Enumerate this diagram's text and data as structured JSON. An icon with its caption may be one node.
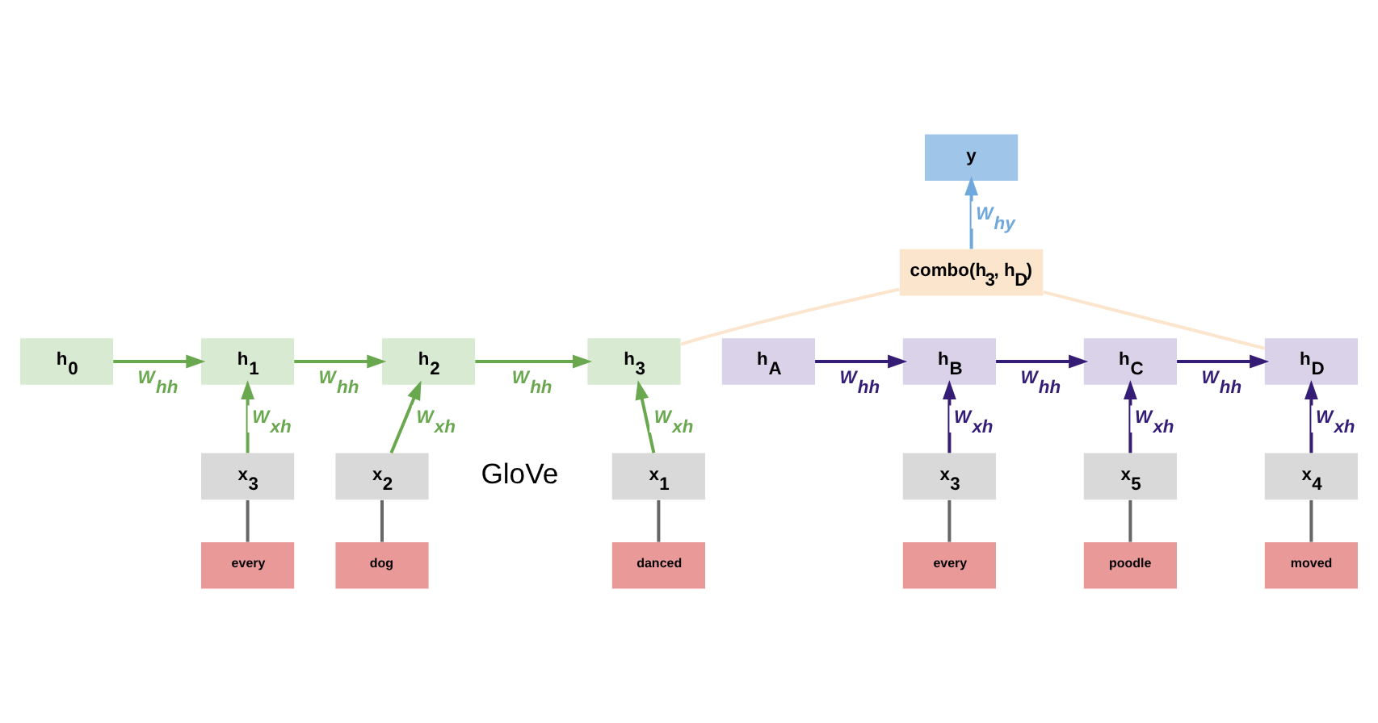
{
  "diagram": {
    "nodes": [
      {
        "text": [
          "y"
        ]
      },
      {
        "text": [
          "combo(h$_{3}$, h$_{D}$)"
        ]
      },
      {
        "text": [
          "h$_{0}$"
        ]
      },
      {
        "text": [
          "h$_{1}$"
        ]
      },
      {
        "text": [
          "h$_{2}$"
        ]
      },
      {
        "text": [
          "h$_{3}$"
        ]
      },
      {
        "text": [
          "h$_{A}$"
        ]
      },
      {
        "text": [
          "h$_{B}$"
        ]
      },
      {
        "text": [
          "h$_{C}$"
        ]
      },
      {
        "text": [
          "h$_{D}$"
        ]
      },
      {
        "text": [
          "x$_{3}$"
        ]
      },
      {
        "text": [
          "x$_{2}$"
        ]
      },
      {
        "text": [
          "x$_{1}$"
        ]
      },
      {
        "text": [
          "x$_{3}$"
        ]
      },
      {
        "text": [
          "x$_{5}$"
        ]
      },
      {
        "text": [
          "x$_{4}$"
        ]
      },
      {
        "text": [
          "every"
        ]
      },
      {
        "text": [
          "dog"
        ]
      },
      {
        "text": [
          "danced"
        ]
      },
      {
        "text": [
          "every"
        ]
      },
      {
        "text": [
          "poodle"
        ]
      },
      {
        "text": [
          "moved"
        ]
      }
    ],
    "edges": [
      {
        "from": 1,
        "to": 0,
        "arrow": "to",
        "label": "W$_{hy}$",
        "color": "#6fa8dc"
      },
      {
        "from": 2,
        "to": 3,
        "arrow": "to",
        "label": "W$_{hh}$",
        "color": "#6aa84f"
      },
      {
        "from": 3,
        "to": 4,
        "arrow": "to",
        "label": "W$_{hh}$",
        "color": "#6aa84f"
      },
      {
        "from": 4,
        "to": 5,
        "arrow": "to",
        "label": "W$_{hh}$",
        "color": "#6aa84f"
      },
      {
        "from": 10,
        "to": 3,
        "arrow": "to",
        "label": "W$_{xh}$",
        "color": "#6aa84f"
      },
      {
        "from": 11,
        "to": 4,
        "arrow": "to",
        "label": "W$_{xh}$",
        "color": "#6aa84f"
      },
      {
        "from": 12,
        "to": 5,
        "arrow": "to",
        "label": "W$_{xh}$",
        "color": "#6aa84f"
      },
      {
        "from": 6,
        "to": 7,
        "arrow": "to",
        "label": "W$_{hh}$",
        "color": "#351c75"
      },
      {
        "from": 7,
        "to": 8,
        "arrow": "to",
        "label": "W$_{hh}$",
        "color": "#351c75"
      },
      {
        "from": 8,
        "to": 9,
        "arrow": "to",
        "label": "W$_{hh}$",
        "color": "#351c75"
      },
      {
        "from": 13,
        "to": 7,
        "arrow": "to",
        "label": "W$_{xh}$",
        "color": "#351c75"
      },
      {
        "from": 14,
        "to": 8,
        "arrow": "to",
        "label": "W$_{xh}$",
        "color": "#351c75"
      },
      {
        "from": 15,
        "to": 9,
        "arrow": "to",
        "label": "W$_{xh}$",
        "color": "#351c75"
      },
      {
        "from": 5,
        "to": 1,
        "arrow": "none",
        "color": "#fce5cd"
      },
      {
        "from": 9,
        "to": 1,
        "arrow": "none",
        "color": "#fce5cd"
      },
      {
        "from": 16,
        "to": 10,
        "arrow": "none",
        "color": "#666666"
      },
      {
        "from": 17,
        "to": 11,
        "arrow": "none",
        "color": "#666666"
      },
      {
        "from": 18,
        "to": 12,
        "arrow": "none",
        "color": "#666666"
      },
      {
        "from": 19,
        "to": 13,
        "arrow": "none",
        "color": "#666666"
      },
      {
        "from": 20,
        "to": 14,
        "arrow": "none",
        "color": "#666666"
      },
      {
        "from": 21,
        "to": 15,
        "arrow": "none",
        "color": "#666666"
      }
    ],
    "labels": [
      "GloVe"
    ]
  }
}
